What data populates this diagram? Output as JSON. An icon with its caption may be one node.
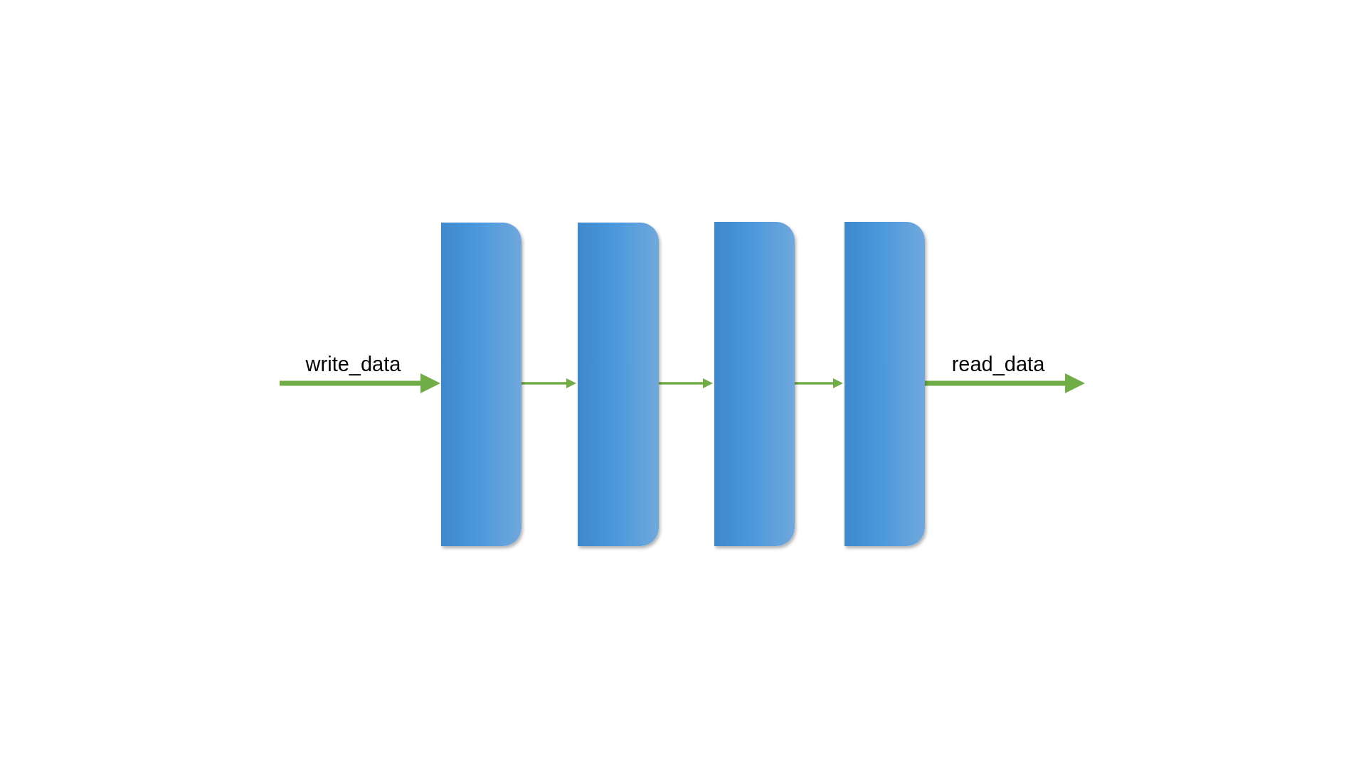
{
  "diagram": {
    "nodes": [
      {
        "text": [],
        "shape": "box"
      },
      {
        "text": [],
        "shape": "box"
      },
      {
        "text": [],
        "shape": "box"
      },
      {
        "text": [],
        "shape": "box"
      }
    ],
    "edges": [
      {
        "from": null,
        "to": 0,
        "arrow": "to",
        "label": "write_data",
        "style": "thick"
      },
      {
        "from": 0,
        "to": 1,
        "arrow": "to"
      },
      {
        "from": 1,
        "to": 2,
        "arrow": "to"
      },
      {
        "from": 2,
        "to": 3,
        "arrow": "to"
      },
      {
        "from": 3,
        "to": null,
        "arrow": "to",
        "label": "read_data",
        "style": "thick"
      }
    ]
  }
}
